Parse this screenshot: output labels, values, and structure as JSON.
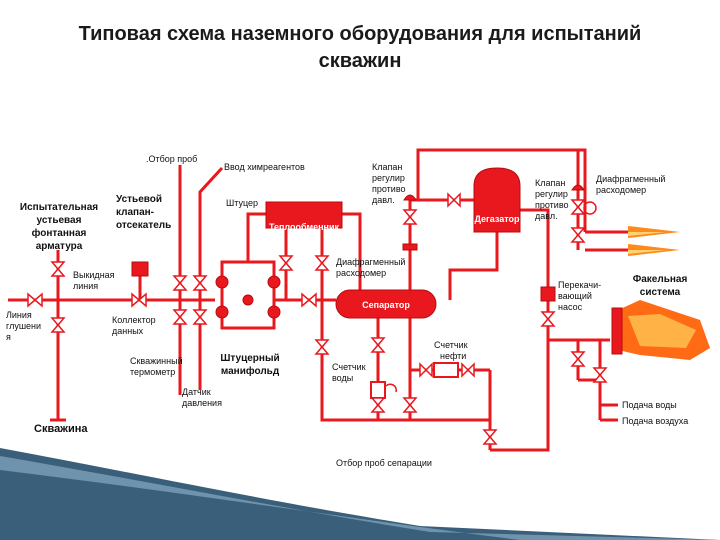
{
  "title": {
    "line1": "Типовая схема наземного оборудования для испытаний",
    "line2": "скважин"
  },
  "labels": {
    "sample_top": ".Отбор проб",
    "reagents": "Ввод химреагентов",
    "valve_reg_1": [
      "Клапан",
      "регулир",
      "противо",
      "давл."
    ],
    "valve_reg_2": [
      "Клапан",
      "регулир",
      "противо",
      "давл."
    ],
    "diaphragm_right": [
      "Диафрагменный",
      "расходомер"
    ],
    "test_head": [
      "Испытательная",
      "устьевая",
      "фонтанная",
      "арматура"
    ],
    "safety_valve": [
      "Устьевой",
      "клапан-",
      "отсекатель"
    ],
    "choke": "Штуцер",
    "heat_exchanger": "Теплообменник",
    "degasser": "Дегазатор",
    "flow_line": [
      "Выкидная",
      "линия"
    ],
    "diaphragm_mid": [
      "Диафрагменный",
      "расходомер"
    ],
    "transfer_pump": [
      "Перекачи-",
      "вающий",
      "насос"
    ],
    "flare": [
      "Факельная",
      "система"
    ],
    "kill_line": [
      "Линия",
      "глушени",
      "я"
    ],
    "data_collector": [
      "Коллектор",
      "данных"
    ],
    "separator": "Сепаратор",
    "oil_meter": [
      "Счетчик",
      "нефти"
    ],
    "well_thermometer": [
      "Скважинный",
      "термометр"
    ],
    "choke_manifold": [
      "Штуцерный",
      "манифольд"
    ],
    "water_meter": [
      "Счетчик",
      "воды"
    ],
    "pressure_sensor": [
      "Датчик",
      "давления"
    ],
    "water_supply": "Подача воды",
    "air_supply": "Подача воздуха",
    "well": "Скважина",
    "separation_sample": "Отбор проб сепарации"
  },
  "colors": {
    "pipe": "#e8181e",
    "title": "#1a1a1a",
    "band": "#3a5f7a",
    "flame": "#ff8a1a"
  }
}
